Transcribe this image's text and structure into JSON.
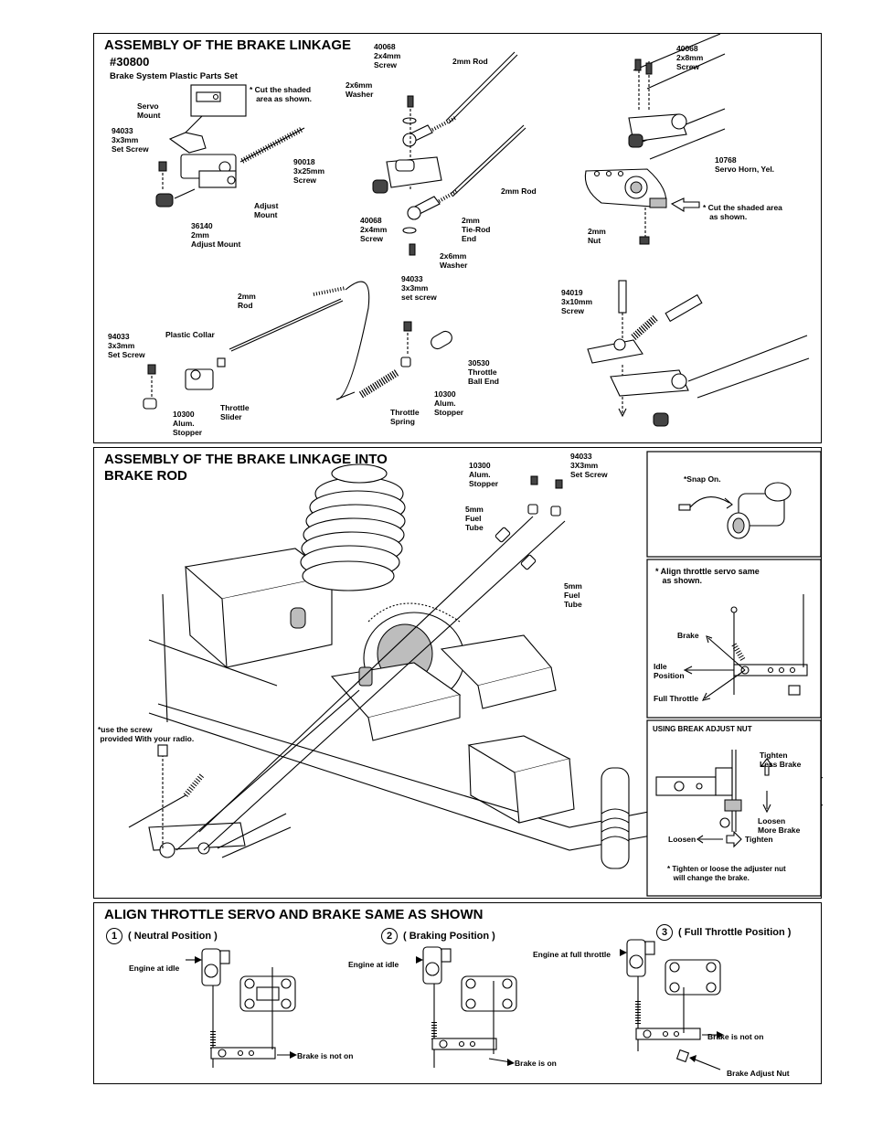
{
  "panel1": {
    "title": "ASSEMBLY OF THE BRAKE LINKAGE",
    "part_no": "#30800",
    "subtitle": "Brake System Plastic Parts Set",
    "labels": {
      "cut_note": "* Cut the shaded\n   area as shown.",
      "servo_mount": "Servo\nMount",
      "set_screw_a": "94033\n3x3mm\nSet Screw",
      "screw_90018": "90018\n3x25mm\nScrew",
      "adjust_mount": "Adjust\nMount",
      "adjust_mount_2": "36140\n2mm\nAdjust Mount",
      "screw_40068_a": "40068\n2x4mm\nScrew",
      "washer_a": "2x6mm\nWasher",
      "rod_2mm_a": "2mm Rod",
      "rod_2mm_b": "2mm Rod",
      "screw_40068_b": "40068\n2x4mm\nScrew",
      "tie_rod_end": "2mm\nTie-Rod\nEnd",
      "washer_b": "2x6mm\nWasher",
      "screw_40068_c": "40068\n2x8mm\nScrew",
      "servo_horn": "10768\nServo Horn, Yel.",
      "cut_note_2": "* Cut the shaded area\n   as shown.",
      "nut_2mm": "2mm\nNut",
      "rod_2mm_c": "2mm\nRod",
      "set_screw_b": "94033\n3x3mm\nset screw",
      "set_screw_c": "94033\n3x3mm\nSet Screw",
      "plastic_collar": "Plastic Collar",
      "throttle_slider": "Throttle\nSlider",
      "stopper_a": "10300\nAlum.\nStopper",
      "throttle_spring": "Throttle\nSpring",
      "stopper_b": "10300\nAlum.\nStopper",
      "ball_end": "30530\nThrottle\nBall End",
      "screw_94019": "94019\n3x10mm\nScrew"
    }
  },
  "panel2": {
    "title_line1": "ASSEMBLY OF THE BRAKE LINKAGE INTO",
    "title_line2": "BRAKE ROD",
    "labels": {
      "stopper": "10300\nAlum.\nStopper",
      "set_screw": "94033\n3X3mm\nSet Screw",
      "fuel_tube_a": "5mm\nFuel\nTube",
      "fuel_tube_b": "5mm\nFuel\nTube",
      "radio_screw": "*use the screw\n provided With your radio."
    },
    "snap_box": {
      "text": "*Snap On."
    },
    "align_box": {
      "text": "* Align throttle servo same\n   as shown.",
      "brake": "Brake",
      "idle": "Idle\nPosition",
      "full": "Full Throttle"
    },
    "adjust_box": {
      "title": "USING BREAK ADJUST NUT",
      "tighten_less": "Tighten\nLess Brake",
      "loosen_more": "Loosen\nMore Brake",
      "loosen": "Loosen",
      "tighten": "Tighten",
      "note": "* Tighten or loose the adjuster nut\n   will change the brake."
    }
  },
  "panel3": {
    "title": "ALIGN THROTTLE SERVO AND BRAKE SAME AS SHOWN",
    "steps": [
      {
        "num": "1",
        "label": "( Neutral Position )",
        "engine": "Engine at idle",
        "brake": "Brake is not on"
      },
      {
        "num": "2",
        "label": "( Braking Position )",
        "engine": "Engine at idle",
        "brake": "Brake is on"
      },
      {
        "num": "3",
        "label": "( Full Throttle Position )",
        "engine": "Engine at full throttle",
        "brake": "Brake is not on",
        "extra": "Brake Adjust Nut"
      }
    ]
  }
}
